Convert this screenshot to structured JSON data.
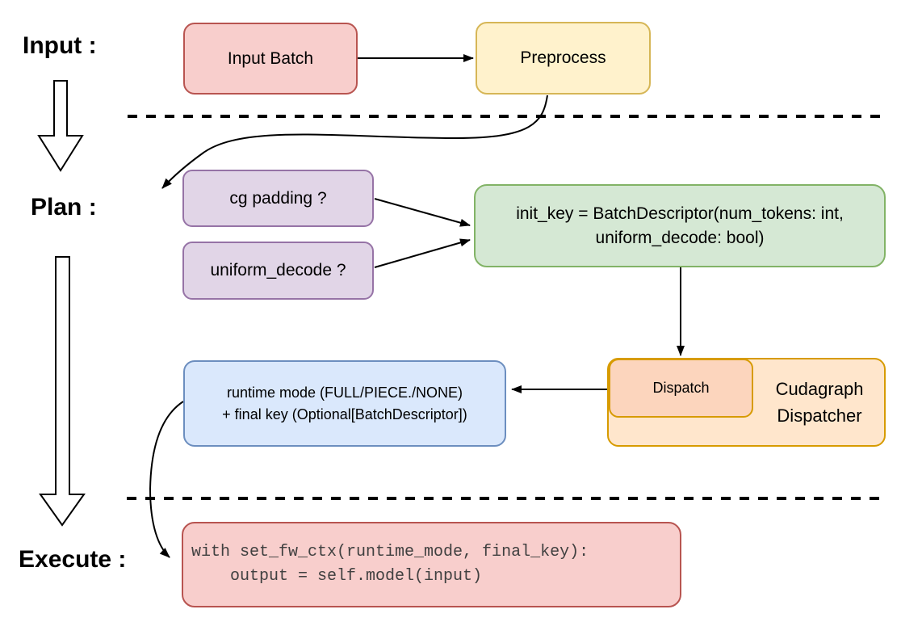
{
  "stages": {
    "input_label": "Input :",
    "plan_label": "Plan :",
    "execute_label": "Execute :"
  },
  "nodes": {
    "input_batch": {
      "label": "Input Batch"
    },
    "preprocess": {
      "label": "Preprocess"
    },
    "cg_padding": {
      "label": "cg padding ?"
    },
    "uniform_decode": {
      "label": "uniform_decode ?"
    },
    "init_key": {
      "line1": "init_key = BatchDescriptor(num_tokens: int,",
      "line2": "uniform_decode: bool)"
    },
    "runtime_mode": {
      "line1": "runtime mode (FULL/PIECE./NONE)",
      "line2": "+ final key (Optional[BatchDescriptor])"
    },
    "dispatch": {
      "label": "Dispatch"
    },
    "cudagraph_dispatcher": {
      "line1": "Cudagraph",
      "line2": "Dispatcher"
    },
    "execute_code": {
      "line1": "with set_fw_ctx(runtime_mode, final_key):",
      "line2": "    output = self.model(input)"
    }
  },
  "colors": {
    "red_fill": "#F8CECC",
    "red_stroke": "#B85450",
    "yellow_fill": "#FFF2CC",
    "yellow_stroke": "#D6B656",
    "purple_fill": "#E1D5E7",
    "purple_stroke": "#9673A6",
    "green_fill": "#D5E8D4",
    "green_stroke": "#82B366",
    "blue_fill": "#DAE8FC",
    "blue_stroke": "#6C8EBF",
    "orange_fill": "#FFE6CC",
    "orange_stroke": "#D79B00",
    "dispatch_fill": "#FCD5BD",
    "arrow_color": "#000000",
    "code_text": "#404040"
  }
}
